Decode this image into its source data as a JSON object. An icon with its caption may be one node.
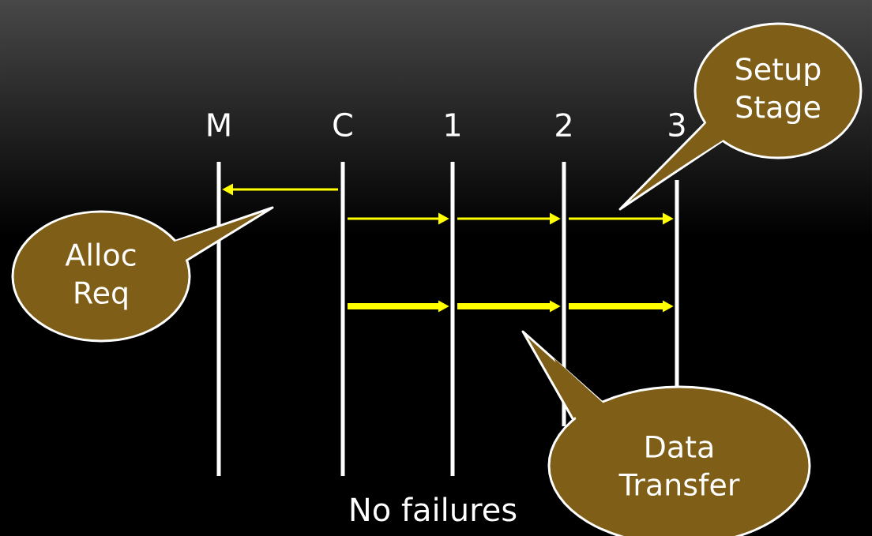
{
  "diagram": {
    "nodes": [
      {
        "text": [
          "M"
        ]
      },
      {
        "text": [
          "C"
        ]
      },
      {
        "text": [
          "1"
        ]
      },
      {
        "text": [
          "2"
        ]
      },
      {
        "text": [
          "3"
        ]
      },
      {
        "text": [
          "Alloc Req"
        ]
      },
      {
        "text": [
          "Setup Stage"
        ]
      },
      {
        "text": [
          "Data Transfer"
        ]
      }
    ],
    "edges": [
      {
        "from": 1,
        "to": 0,
        "arrow": "to"
      },
      {
        "from": 1,
        "to": 2,
        "arrow": "to"
      },
      {
        "from": 2,
        "to": 3,
        "arrow": "to"
      },
      {
        "from": 3,
        "to": 4,
        "arrow": "to"
      },
      {
        "from": 1,
        "to": 2,
        "arrow": "to",
        "style": "thick"
      },
      {
        "from": 2,
        "to": 3,
        "arrow": "to",
        "style": "thick"
      },
      {
        "from": 3,
        "to": 4,
        "arrow": "to",
        "style": "thick"
      }
    ],
    "labels": [
      "No failures"
    ]
  }
}
